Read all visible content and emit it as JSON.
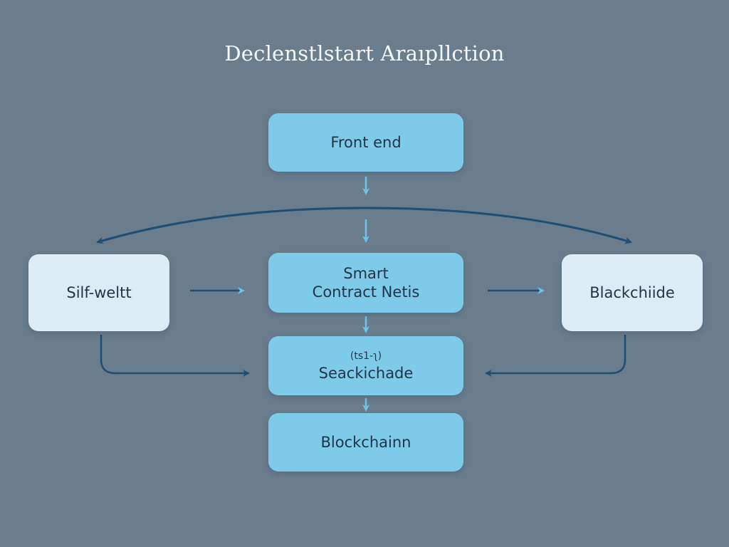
{
  "title": "Declenstlstart Araıpllction",
  "colors": {
    "background": "#6a7d8d",
    "primary_box": "#7dcbe8",
    "secondary_box": "#ddebf5",
    "dark_arrow": "#1e4e72",
    "light_arrow": "#6cc4ea",
    "text": "#1f3448"
  },
  "nodes": {
    "front_end": {
      "label": "Front end"
    },
    "smart_contract": {
      "label_line1": "Smart",
      "label_line2": "Contract Netis"
    },
    "seackichade": {
      "sublabel": "(ts1-ʅ)",
      "label": "Seackichade"
    },
    "blockchain": {
      "label": "Blockchainn"
    },
    "left_node": {
      "label": "Silf-weltt"
    },
    "right_node": {
      "label": "Blackchiide"
    }
  },
  "edges": [
    {
      "from": "front_end",
      "to": "smart_contract",
      "style": "light"
    },
    {
      "from": "left_node",
      "to": "smart_contract",
      "style": "dark-to-light"
    },
    {
      "from": "smart_contract",
      "to": "right_node",
      "style": "dark-to-light"
    },
    {
      "from": "smart_contract",
      "to": "seackichade",
      "style": "light"
    },
    {
      "from": "seackichade",
      "to": "blockchain",
      "style": "light"
    },
    {
      "from": "left_node",
      "to": "seackichade",
      "style": "dark"
    },
    {
      "from": "right_node",
      "to": "seackichade",
      "style": "dark"
    },
    {
      "from": "center",
      "to": "left_node",
      "style": "dark-curve"
    },
    {
      "from": "center",
      "to": "right_node",
      "style": "dark-curve"
    }
  ]
}
